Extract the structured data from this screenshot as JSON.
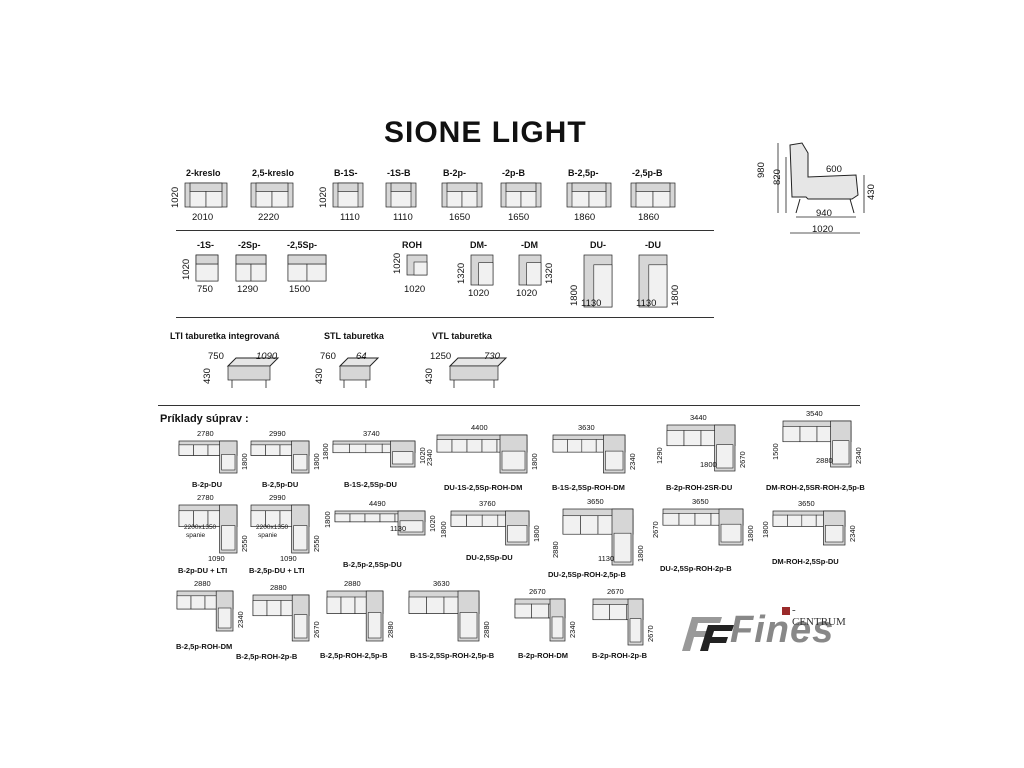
{
  "title": "SIONE  LIGHT",
  "side_profile": {
    "h1": "980",
    "h2": "820",
    "seat_depth": "600",
    "w1": "940",
    "w2": "1020",
    "h3": "430"
  },
  "row1": [
    {
      "label": "2-kreslo",
      "w": "2010",
      "h": "1020"
    },
    {
      "label": "2,5-kreslo",
      "w": "2220",
      "h": ""
    },
    {
      "label": "B-1S-",
      "w": "1110",
      "h": "1020"
    },
    {
      "label": "-1S-B",
      "w": "1110",
      "h": ""
    },
    {
      "label": "B-2p-",
      "w": "1650",
      "h": ""
    },
    {
      "label": "-2p-B",
      "w": "1650",
      "h": ""
    },
    {
      "label": "B-2,5p-",
      "w": "1860",
      "h": ""
    },
    {
      "label": "-2,5p-B",
      "w": "1860",
      "h": ""
    }
  ],
  "row2": [
    {
      "label": "-1S-",
      "w": "750",
      "h": "1020"
    },
    {
      "label": "-2Sp-",
      "w": "1290",
      "h": ""
    },
    {
      "label": "-2,5Sp-",
      "w": "1500",
      "h": ""
    },
    {
      "label": "ROH",
      "w": "1020",
      "h": "1020"
    },
    {
      "label": "DM-",
      "w": "1020",
      "h": "1320"
    },
    {
      "label": "-DM",
      "w": "1020",
      "h": "1320"
    },
    {
      "label": "DU-",
      "w": "1130",
      "h": "1800"
    },
    {
      "label": "-DU",
      "w": "1130",
      "h": "1800"
    }
  ],
  "stools": [
    {
      "label": "LTI taburetka integrovaná",
      "w": "750",
      "d": "1090",
      "h": "430"
    },
    {
      "label": "STL  taburetka",
      "w": "760",
      "d": "64",
      "h": "430"
    },
    {
      "label": "VTL taburetka",
      "w": "1250",
      "d": "730",
      "h": "430"
    }
  ],
  "sets_title": "Príklady  súprav :",
  "sets": [
    {
      "cap": "B-2p-DU",
      "dims": [
        "2780",
        "1800"
      ]
    },
    {
      "cap": "B-2,5p-DU",
      "dims": [
        "2990",
        "1800"
      ]
    },
    {
      "cap": "B-1S-2,5Sp-DU",
      "dims": [
        "3740",
        "1020",
        "1800"
      ]
    },
    {
      "cap": "DU-1S-2,5Sp-ROH-DM",
      "dims": [
        "4400",
        "1800",
        "2340"
      ]
    },
    {
      "cap": "B-1S-2,5Sp-ROH-DM",
      "dims": [
        "3630",
        "2340"
      ]
    },
    {
      "cap": "B-2p-ROH-2SR-DU",
      "dims": [
        "3440",
        "2670",
        "1290",
        "1800"
      ]
    },
    {
      "cap": "DM-ROH-2,5SR-ROH-2,5p-B",
      "dims": [
        "3540",
        "2340",
        "1500",
        "2880"
      ]
    },
    {
      "cap": "B-2p-DU + LTI",
      "dims": [
        "2780",
        "2200x1350",
        "spanie",
        "2550",
        "1090"
      ]
    },
    {
      "cap": "B-2,5p-DU + LTI",
      "dims": [
        "2990",
        "2200x1350",
        "spanie",
        "2550",
        "1090"
      ]
    },
    {
      "cap": "B-2,5p-2,5Sp-DU",
      "dims": [
        "4490",
        "1020",
        "1800",
        "1130"
      ]
    },
    {
      "cap": "DU-2,5Sp-DU",
      "dims": [
        "3760",
        "1800",
        "1800"
      ]
    },
    {
      "cap": "DU-2,5Sp-ROH-2,5p-B",
      "dims": [
        "3650",
        "1800",
        "2880",
        "1130"
      ]
    },
    {
      "cap": "DU-2,5Sp-ROH-2p-B",
      "dims": [
        "3650",
        "1800",
        "2670"
      ]
    },
    {
      "cap": "DM-ROH-2,5Sp-DU",
      "dims": [
        "3650",
        "2340",
        "1800"
      ]
    },
    {
      "cap": "B-2,5p-ROH-DM",
      "dims": [
        "2880",
        "2340"
      ]
    },
    {
      "cap": "B-2,5p-ROH-2p-B",
      "dims": [
        "2880",
        "2670"
      ]
    },
    {
      "cap": "B-2,5p-ROH-2,5p-B",
      "dims": [
        "2880",
        "2880"
      ]
    },
    {
      "cap": "B-1S-2,5Sp-ROH-2,5p-B",
      "dims": [
        "3630",
        "2880"
      ]
    },
    {
      "cap": "B-2p-ROH-DM",
      "dims": [
        "2670",
        "2340"
      ]
    },
    {
      "cap": "B-2p-ROH-2p-B",
      "dims": [
        "2670",
        "2670"
      ]
    }
  ],
  "logo": {
    "brand": "Fines",
    "sub": "-CENTRUM"
  }
}
